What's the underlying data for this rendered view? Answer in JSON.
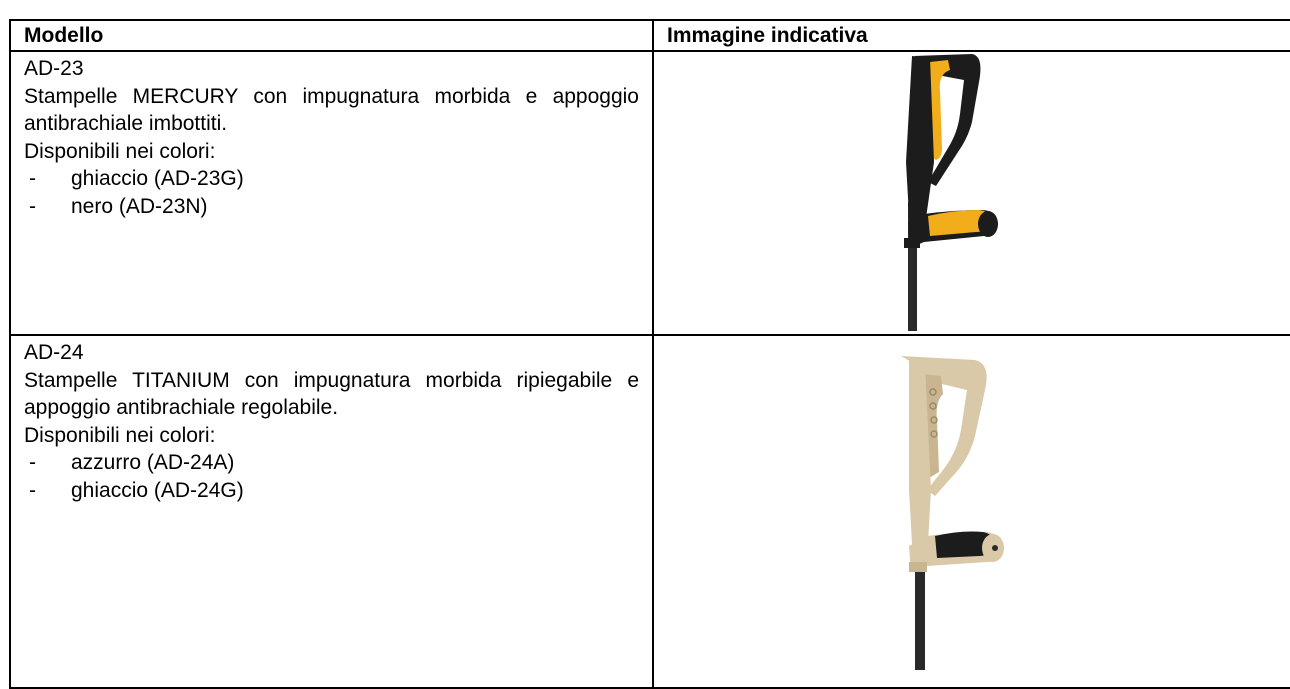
{
  "table": {
    "headers": {
      "model": "Modello",
      "image": "Immagine indicativa"
    },
    "rows": [
      {
        "code": "AD-23",
        "description": "Stampelle MERCURY con impugnatura morbida e appoggio antibrachiale imbottiti.",
        "colors_label": "Disponibili nei colori:",
        "colors": [
          "ghiaccio (AD-23G)",
          "nero (AD-23N)"
        ],
        "image_icon": "crutch-black-yellow-icon"
      },
      {
        "code": "AD-24",
        "description": "Stampelle TITANIUM con impugnatura morbida ripiegabile e appoggio antibrachiale regolabile.",
        "colors_label": "Disponibili nei colori:",
        "colors": [
          "azzurro (AD-24A)",
          "ghiaccio (AD-24G)"
        ],
        "image_icon": "crutch-beige-icon"
      }
    ]
  },
  "colors": {
    "crutch_black": "#1c1c1c",
    "crutch_yellow": "#f2ad1a",
    "crutch_beige": "#d9c9a8",
    "shaft": "#2a2a2a"
  }
}
